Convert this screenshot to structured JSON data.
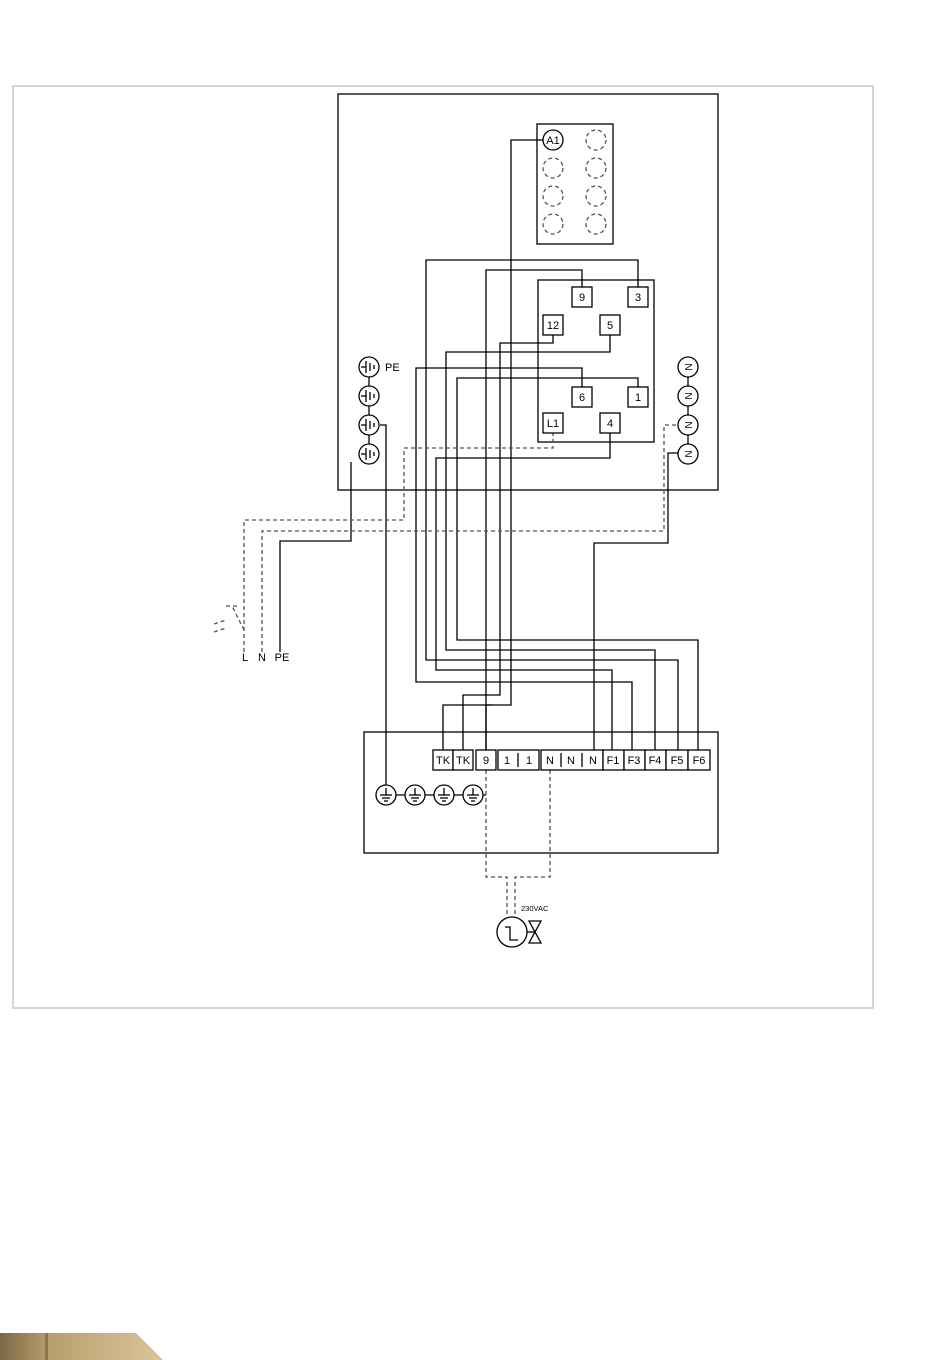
{
  "relay_terminals": [
    "9",
    "3",
    "12",
    "5",
    "6",
    "1",
    "L1",
    "4"
  ],
  "module_label": "A1",
  "pe_label": "PE",
  "neutral_symbol": "N",
  "supply_labels": [
    "L",
    "N",
    "PE"
  ],
  "terminal_strip": [
    "TK",
    "TK",
    "9",
    "1",
    "1",
    "N",
    "N",
    "N",
    "F1",
    "F3",
    "F4",
    "F5",
    "F6"
  ],
  "valve_voltage": "230VAC",
  "colors": {
    "line": "#000000",
    "dashed": "#555555",
    "frame": "#d4d4d4",
    "footer_gold": "#c6ad7c",
    "footer_dark": "#7c6845"
  }
}
